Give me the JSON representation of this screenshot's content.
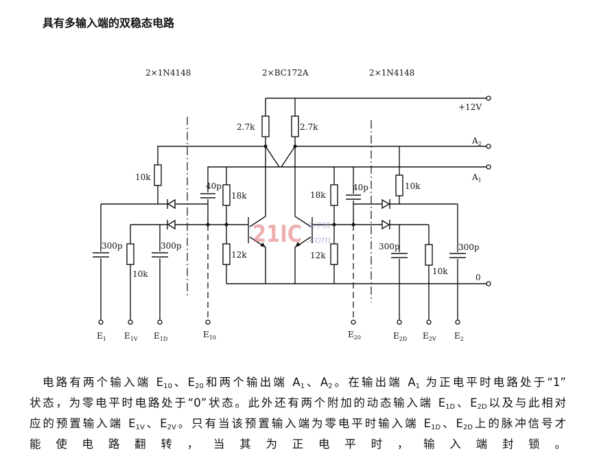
{
  "title": "具有多输入端的双稳态电路",
  "diagram": {
    "part_labels": {
      "left_diodes": "2×1N4148",
      "transistors": "2×BC172A",
      "right_diodes": "2×1N4148"
    },
    "supply": "+12V",
    "ground": "0",
    "outputs": {
      "a2": [
        "A",
        "2"
      ],
      "a1": [
        "A",
        "1"
      ]
    },
    "components": {
      "r_c_left": "2.7k",
      "r_c_right": "2.7k",
      "r_10k_left": "10k",
      "r_18k_left": "18k",
      "r_12k_left": "12k",
      "c_40p_left": "40p",
      "c_40p_right": "40p",
      "r_18k_right": "18k",
      "r_12k_right": "12k",
      "r_10k_right": "10k",
      "c_e1": "300p",
      "r_e1v": "10k",
      "c_e1d": "300p",
      "c_e2d": "300p",
      "r_e2v": "10k",
      "c_e2": "300p"
    },
    "inputs": {
      "e1": [
        "E",
        "1"
      ],
      "e1v": [
        "E",
        "1V"
      ],
      "e1d": [
        "E",
        "1D"
      ],
      "e10": [
        "E",
        "10"
      ],
      "e20": [
        "E",
        "20"
      ],
      "e2d": [
        "E",
        "2D"
      ],
      "e2v": [
        "E",
        "2V"
      ],
      "e2": [
        "E",
        "2"
      ]
    },
    "watermark": {
      "main": "21IC",
      "cn": "电子网",
      "dom": ".com"
    }
  },
  "paragraph": [
    [
      "电路有两个输入端 E",
      "10",
      "、E",
      "20",
      "和两个输出端 A",
      "1",
      "、A",
      "2",
      "。在输出端 A",
      "1",
      " 为正电平时电路处于“1”"
    ],
    [
      "状态，为零电平时电路处于“0”状态。此外还有两个附加的动态输入端 E",
      "1D",
      "、E",
      "2D",
      "以及与此相对"
    ],
    [
      "应的预置输入端 E",
      "1V",
      "、E",
      "2V",
      "。只有当该预置输入端为零电平时输入端 E",
      "1D",
      "、E",
      "2D",
      "上的脉冲信号才"
    ],
    [
      "能使电路翻转，当其为正电平时，输入端封锁。"
    ]
  ]
}
